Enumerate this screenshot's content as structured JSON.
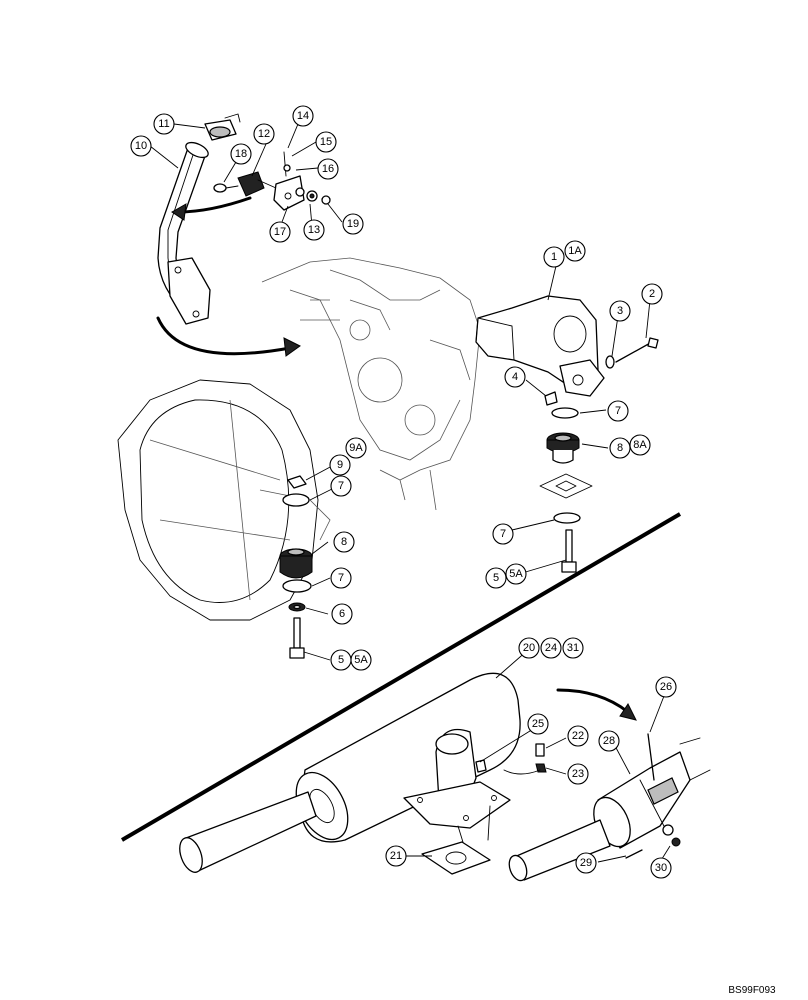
{
  "drawing_ref": "BS99F093",
  "callouts": {
    "c1": "1",
    "c1a": "1A",
    "c2": "2",
    "c3": "3",
    "c4": "4",
    "c5a_l": "5",
    "c5b_l": "5A",
    "c5a_r": "5",
    "c5b_r": "5A",
    "c6": "6",
    "c7_a": "7",
    "c7_b": "7",
    "c7_c": "7",
    "c7_d": "7",
    "c8_l": "8",
    "c8_r": "8",
    "c8a": "8A",
    "c9": "9",
    "c9a": "9A",
    "c10": "10",
    "c11": "11",
    "c12": "12",
    "c13": "13",
    "c14": "14",
    "c15": "15",
    "c16": "16",
    "c17": "17",
    "c18": "18",
    "c19": "19",
    "c20": "20",
    "c24": "24",
    "c31": "31",
    "c21": "21",
    "c22": "22",
    "c23": "23",
    "c25": "25",
    "c26": "26",
    "c28": "28",
    "c29": "29",
    "c30": "30"
  }
}
